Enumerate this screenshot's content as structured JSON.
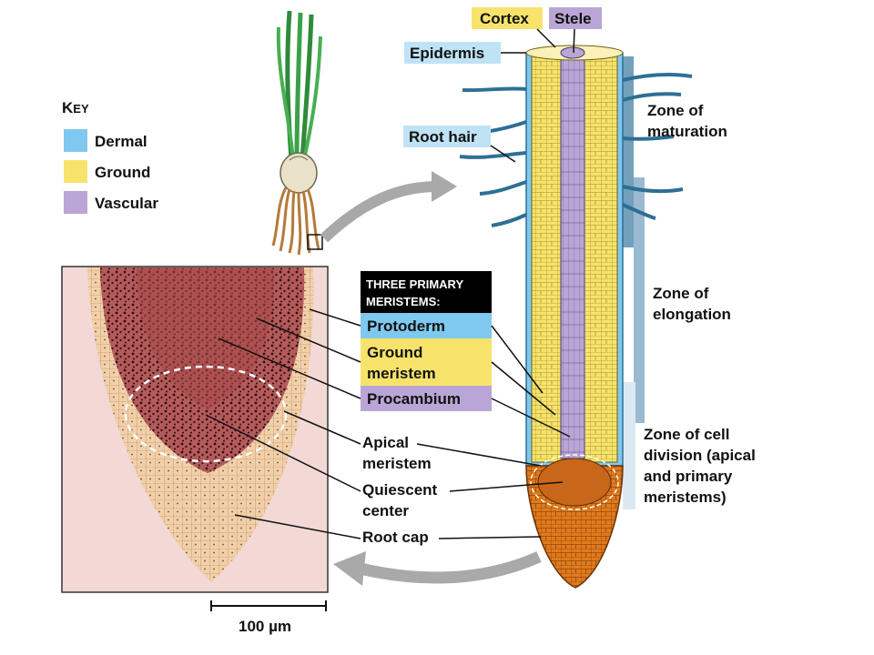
{
  "key": {
    "title_cap": "K",
    "title_rest": "EY",
    "items": [
      {
        "label": "Dermal",
        "color": "#7fc8ef"
      },
      {
        "label": "Ground",
        "color": "#f7e36b"
      },
      {
        "label": "Vascular",
        "color": "#b9a6d6"
      }
    ]
  },
  "top_labels": {
    "cortex": "Cortex",
    "stele": "Stele",
    "epidermis": "Epidermis",
    "root_hair": "Root hair"
  },
  "zones": {
    "maturation": [
      "Zone of",
      "maturation"
    ],
    "elongation": [
      "Zone of",
      "elongation"
    ],
    "cell_division": [
      "Zone of cell",
      "division (apical",
      "and primary",
      "meristems)"
    ]
  },
  "meristems": {
    "header_line1": "Three primary",
    "header_line2": "meristems:",
    "protoderm": "Protoderm",
    "ground": [
      "Ground",
      "meristem"
    ],
    "procambium": "Procambium"
  },
  "micro_labels": {
    "apical": [
      "Apical",
      "meristem"
    ],
    "quiescent": [
      "Quiescent",
      "center"
    ],
    "root_cap": "Root cap"
  },
  "scale_bar": "100 µm",
  "colors": {
    "dermal": "#7fc8ef",
    "ground": "#f7e36b",
    "vascular": "#b9a6d6",
    "root_cap": "#e07a1c",
    "micro_bg": "#f3d9d6",
    "micro_tissue": "#9a3a3a",
    "arrow_gray": "#a9a9a9",
    "zone_bar": "#5b8fb0"
  }
}
